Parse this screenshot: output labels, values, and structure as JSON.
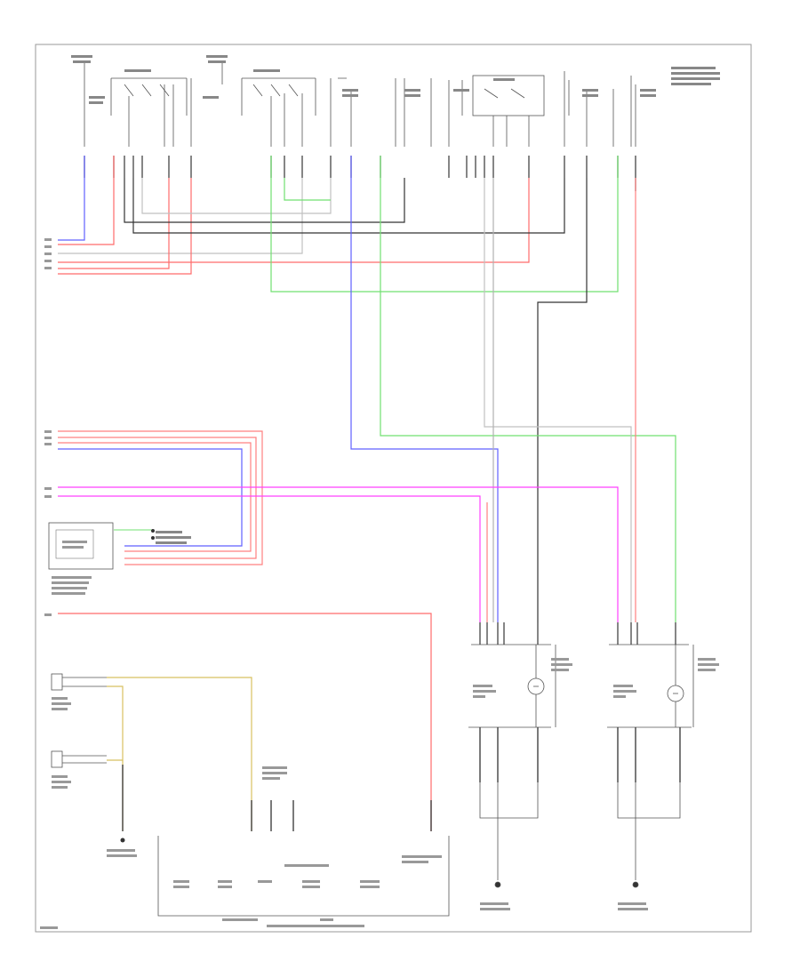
{
  "diagram": {
    "labels": {
      "top_right_note": "",
      "connector_a": "",
      "connector_b": "",
      "controller": "",
      "left_actuator": "",
      "right_actuator": "",
      "left_ground": "",
      "right_ground": "",
      "bottom_caption": "",
      "page_number": ""
    },
    "colors": {
      "red": "#ff6b6b",
      "pink": "#ff9090",
      "blue": "#6060ff",
      "green": "#70e070",
      "magenta": "#ff40ff",
      "black": "#333333",
      "gray": "#b8b8b8",
      "yellow": "#d8c060",
      "frame": "#999999"
    },
    "wires": [
      {
        "id": "w1",
        "color": "blue"
      },
      {
        "id": "w2",
        "color": "red"
      },
      {
        "id": "w3",
        "color": "gray"
      },
      {
        "id": "w4",
        "color": "red"
      },
      {
        "id": "w5",
        "color": "green"
      },
      {
        "id": "w6",
        "color": "black"
      },
      {
        "id": "w7",
        "color": "magenta"
      },
      {
        "id": "w8",
        "color": "yellow"
      }
    ]
  }
}
